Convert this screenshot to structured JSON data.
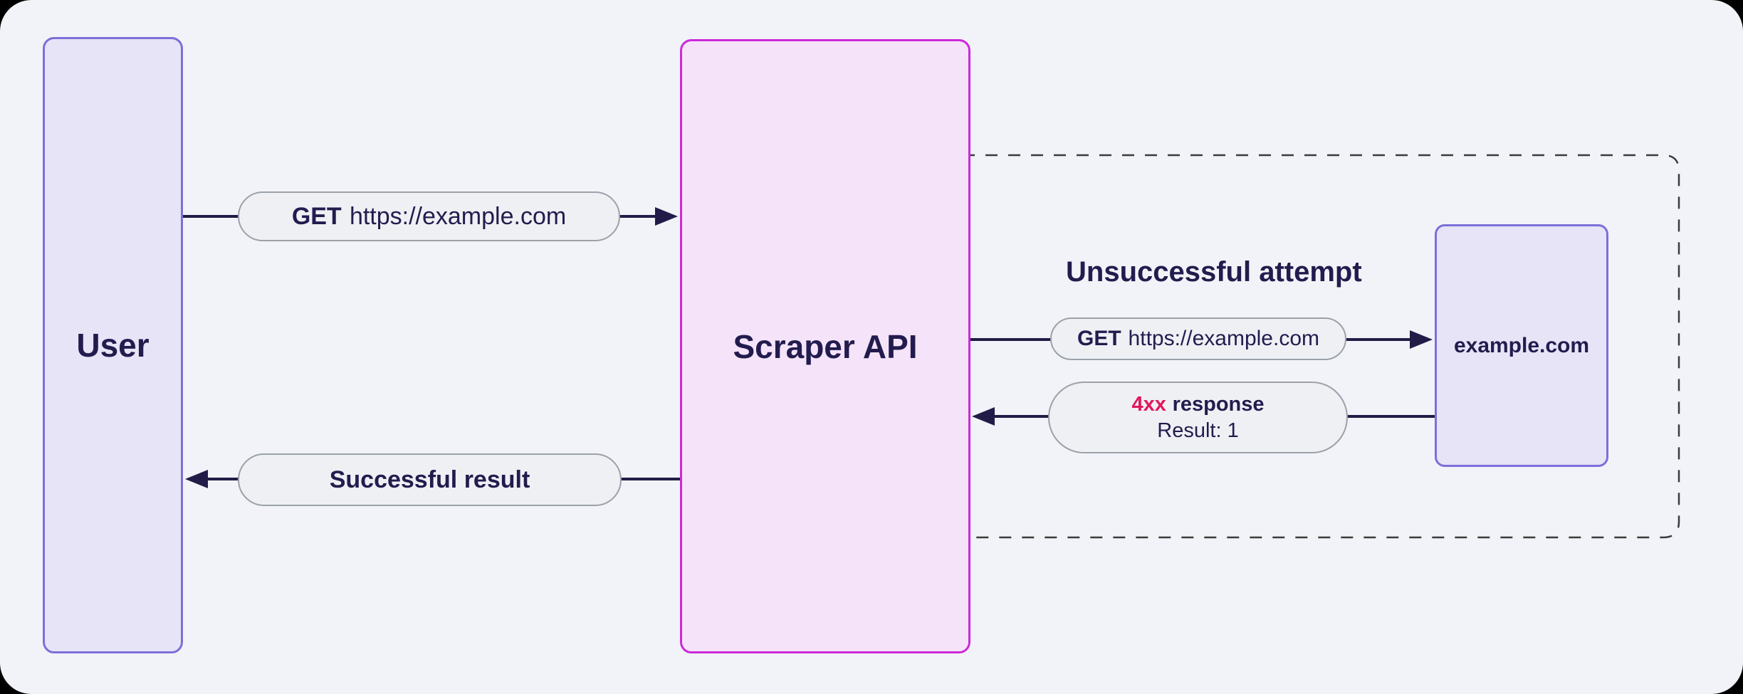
{
  "diagram": {
    "title_hint": "Scraper API request flow diagram",
    "nodes": {
      "user": {
        "label": "User"
      },
      "scraper": {
        "label": "Scraper API"
      },
      "website": {
        "label": "example.com"
      }
    },
    "edges": {
      "request": {
        "method": "GET",
        "url": "https://example.com"
      },
      "successful_result": {
        "label": "Successful result"
      },
      "attempt_request": {
        "method": "GET",
        "url": "https://example.com"
      },
      "attempt_response": {
        "code": "4xx",
        "label": "response",
        "result": "Result: 1"
      }
    },
    "annotations": {
      "unsuccessful_attempt": "Unsuccessful attempt"
    },
    "colors": {
      "background": "#f2f3f8",
      "node_purple_fill": "#e6e4f6",
      "node_purple_border": "#7c6fd9",
      "node_magenta_fill": "#f5e4f9",
      "node_magenta_border": "#cc29d8",
      "pill_fill": "#eef0f4",
      "pill_border": "#9ba1a9",
      "ink": "#221c4e",
      "arrow": "#211c47",
      "error_red": "#e3175c",
      "dashed_border": "#3b3b3b"
    }
  }
}
